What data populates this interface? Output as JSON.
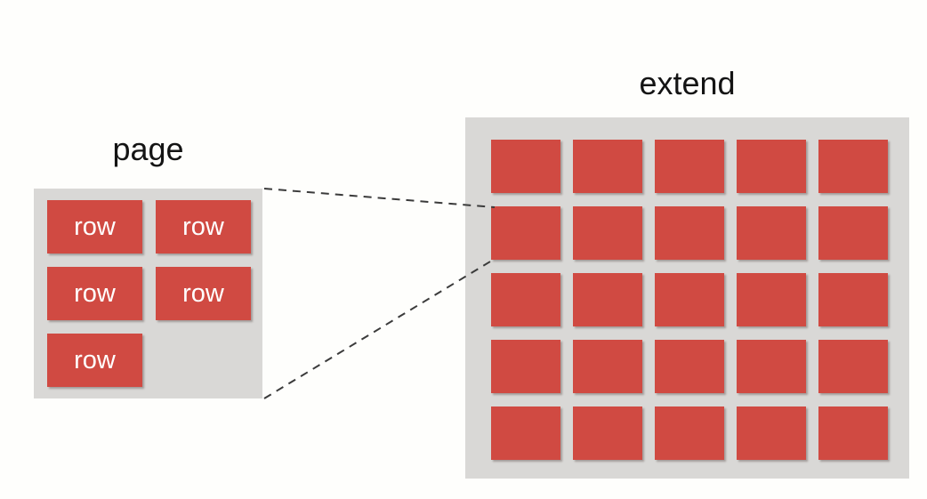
{
  "page_panel": {
    "title": "page",
    "rows": [
      "row",
      "row",
      "row",
      "row",
      "row"
    ]
  },
  "extend_panel": {
    "title": "extend",
    "grid": {
      "rows": 5,
      "cols": 5
    }
  },
  "colors": {
    "cell_red": "#d04a42",
    "panel_gray": "#d9d8d6",
    "connector_line": "#3b3b3b",
    "title_text": "#141414",
    "cell_label_text": "#ffffff",
    "background": "#fefefc"
  }
}
